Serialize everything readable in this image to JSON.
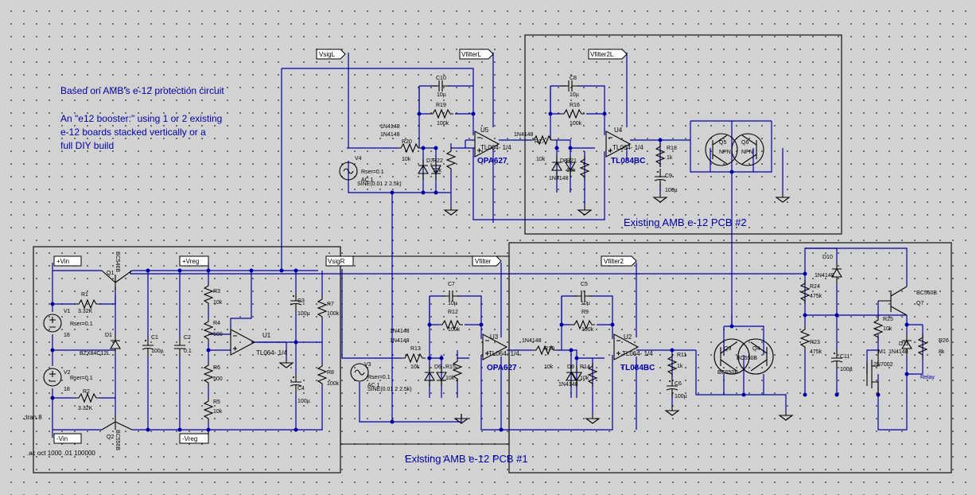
{
  "notes": {
    "line1": "Based on AMB's e-12 protection circuit",
    "line2": "An \"e12 booster:\" using 1 or 2 existing",
    "line3": "e-12 boards stacked vertically or a",
    "line4": "full DIY build"
  },
  "boards": {
    "pcb1": "Existing AMB e-12 PCB #1",
    "pcb2": "Existing AMB e-12 PCB #2"
  },
  "directives": {
    "tran": ";tran 8",
    "ac": ".ac oct 1000 .01 100000"
  },
  "nets": {
    "vsigL": "VsigL",
    "vfilterL": "VfilterL",
    "vfilter2L": "Vfilter2L",
    "vin_p": "+Vin",
    "vreg_p": "+Vreg",
    "vsigR": "VsigR",
    "vfilter": "Vfilter",
    "vfilter2": "Vfilter2",
    "vin_n": "-Vin",
    "vreg_n": "-Vreg"
  },
  "opamps": {
    "u5_name": "U5",
    "u5_model": "TL064- 1/4",
    "u5_alt": "OPA627",
    "u4_name": "U4",
    "u4_model": "TL064- 1/4",
    "u4_alt": "TL084BC",
    "u3_name": "U3",
    "u3_model": "TL064- 1/4",
    "u3_alt": "OPA627",
    "u2_name": "U2",
    "u2_model": "TL064- 1/4",
    "u2_alt": "TL084BC",
    "u1_name": "U1",
    "u1_model": "TL064- 1/4"
  },
  "parts": {
    "c10": "C10",
    "c10v": "10µ",
    "r19": "R19",
    "r19v": "100k",
    "c8": "C8",
    "c8v": "10µ",
    "r16": "R16",
    "r16v": "100k",
    "d_1n4148_a": "1N4148",
    "d_1n4148_b": "1N4148",
    "r20": "R20",
    "r20v": "10k",
    "d7": "D7",
    "r22": "R22",
    "r22v": "10k",
    "r17": "R17",
    "r17v": "10k",
    "d8": "D8",
    "r21": "R21",
    "r21v": "10k",
    "d_1n4148_c": "1N4148",
    "d_1n4148_d": "1N4148",
    "r18": "R18",
    "r18v": "1k",
    "c9": "C9",
    "c9v": "100µ",
    "q5": "Q5",
    "q5t": "NPN",
    "q6": "Q6",
    "q6t": "NPN",
    "v4": "V4",
    "v4r": "Rser=0.1",
    "v4a": "AC 1",
    "v4s": "SINE(0.01 2 2.5k)",
    "q1": "Q1",
    "q1m": "BC546B",
    "r1": "R1",
    "r1v": "3.32K",
    "v1": "V1",
    "v1r": "Rser=0.1",
    "v1v": "18",
    "d1": "D1",
    "d1m": "BZX84C12L",
    "v2": "V2",
    "v2r": "Rser=0.1",
    "v2v": "18",
    "r2": "R2",
    "r2v": "3.32K",
    "q2": "Q2",
    "q2m": "BC556B",
    "c1": "C1",
    "c1v": "100µ",
    "c2": "C2",
    "c2v": "0.1",
    "r3": "R3",
    "r3v": "10k",
    "r4": "R4",
    "r4v": "500",
    "r6": "R6",
    "r6v": "500",
    "r5": "R5",
    "r5v": "10k",
    "c3": "C3",
    "c3v": "100µ",
    "c4": "C4",
    "c4v": "100µ",
    "r7": "R7",
    "r7v": "100k",
    "r8": "R8",
    "r8v": "100k",
    "c7": "C7",
    "c7v": "10µ",
    "r12": "R12",
    "r12v": "100k",
    "c5": "C5",
    "c5v": "10µ",
    "r9": "R9",
    "r9v": "100k",
    "r13": "R13",
    "r13v": "10k",
    "d6": "D6",
    "r15": "R15",
    "r15v": "10k",
    "r10": "R10",
    "r10v": "10k",
    "d9": "D9",
    "r14": "R14",
    "r14v": "10k",
    "d_1n4148_e": "1N4148",
    "d_1n4148_f": "1N4148",
    "d_1n4148_g": "1N4148",
    "d_1n4148_h": "1N4148",
    "v3": "V3",
    "v3r": "Rser=0.1",
    "v3a": "AC 1",
    "v3s": "SINE(0.01 2 2.5k)",
    "r11": "R11",
    "r11v": "1k",
    "c6": "C6",
    "c6v": "100µ",
    "q3": "Q3",
    "q3m": "BC550B",
    "q4": "Q4",
    "q4m": "BC550B",
    "d10": "D10",
    "d10m": "1N4148",
    "r24": "R24",
    "r24v": "475k",
    "r23": "R23",
    "r23v": "475k",
    "c11": "C11",
    "c11v": "100µ",
    "r25": "R25",
    "r25v": "10k",
    "q7": "Q7",
    "q7m": "BC560B",
    "m1": "M1",
    "m1m": "2N7002",
    "d11": "D11",
    "d11m": "1N4148",
    "r26": "R26",
    "r26v": "8k",
    "relay": "Relay"
  }
}
